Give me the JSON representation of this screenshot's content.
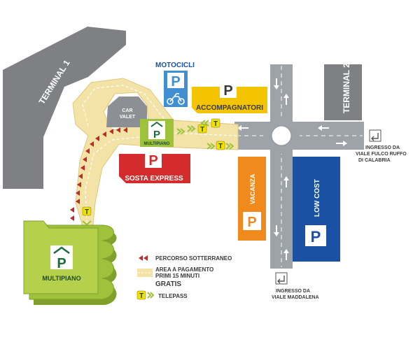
{
  "terminals": {
    "t1": "TERMINAL 1",
    "t2": "TERMINAL 2"
  },
  "parkings": {
    "motocicli": "MOTOCICLI",
    "accompagnatori": "ACCOMPAGNATORI",
    "car_valet_line1": "CAR",
    "car_valet_line2": "VALET",
    "multiplano_small": "MULTIPIANO",
    "sosta_express": "SOSTA EXPRESS",
    "vacanza": "VACANZA",
    "low_cost": "LOW COST",
    "multiplano_big": "MULTIPIANO",
    "p_letter": "P",
    "telepass_letter": "T"
  },
  "entrances": {
    "fulco_line1": "INGRESSO DA",
    "fulco_line2": "VIALE FULCO RUFFO",
    "fulco_line3": "DI CALABRIA",
    "maddalena_line1": "INGRESSO DA",
    "maddalena_line2": "VIALE MADDALENA"
  },
  "legend": {
    "percorso": "PERCORSO SOTTERRANEO",
    "area_line1": "AREA A PAGAMENTO",
    "area_line2": "PRIMI 15 MINUTI",
    "area_line3": "GRATIS",
    "telepass": "TELEPASS"
  },
  "colors": {
    "terminal": "#7e8083",
    "road": "#9da3a8",
    "paid_area": "#f3e3a6",
    "yellow": "#f5c400",
    "green": "#9ec23b",
    "green_dark": "#7fa12b",
    "red": "#d42c2c",
    "orange": "#f08a1c",
    "blue": "#1a51a3",
    "motorcycle_blue": "#3f8fd2",
    "tunnel_arrow": "#c02a2a"
  }
}
